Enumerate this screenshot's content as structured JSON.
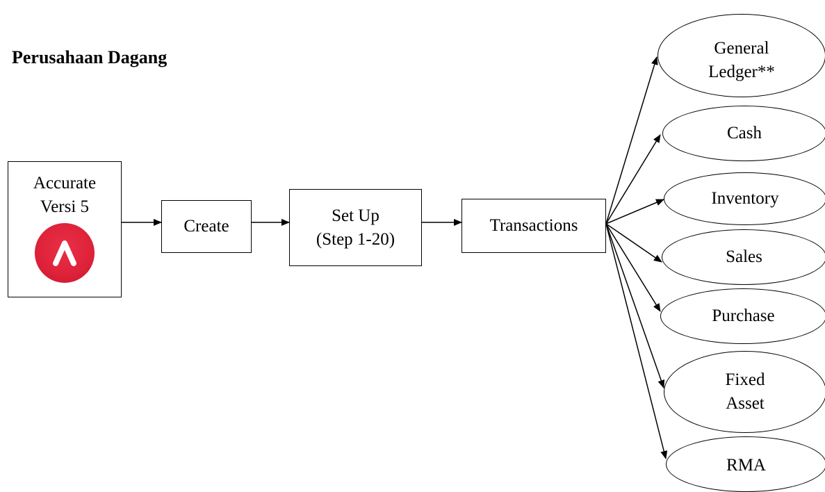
{
  "title": "Perusahaan Dagang",
  "app": {
    "line1": "Accurate",
    "line2": "Versi 5",
    "logo_icon": "accurate-logo-icon",
    "logo_color": "#dc2138"
  },
  "steps": {
    "create": "Create",
    "setup_line1": "Set Up",
    "setup_line2": "(Step 1-20)",
    "transactions": "Transactions"
  },
  "modules": {
    "general_ledger_line1": "General",
    "general_ledger_line2": "Ledger**",
    "cash": "Cash",
    "inventory": "Inventory",
    "sales": "Sales",
    "purchase": "Purchase",
    "fixed_asset_line1": "Fixed",
    "fixed_asset_line2": "Asset",
    "rma": "RMA"
  }
}
